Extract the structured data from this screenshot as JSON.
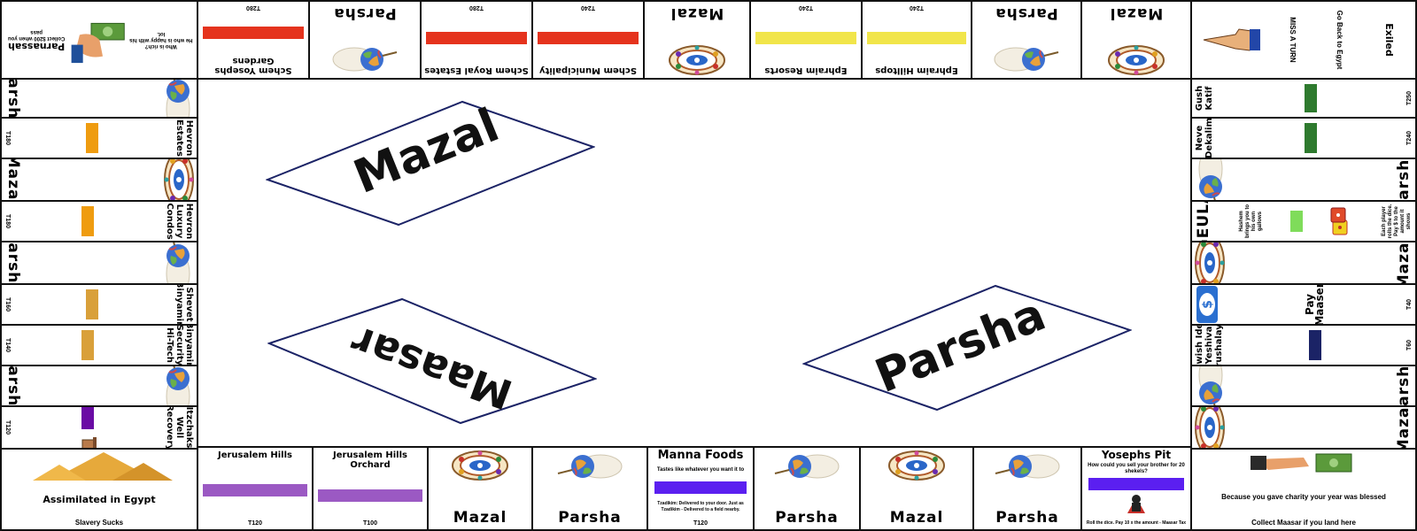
{
  "colors": {
    "red": "#e5331d",
    "yellow": "#f1e54a",
    "orange": "#ef9c10",
    "gold": "#d9a03a",
    "purple": "#6a0ba4",
    "lavender": "#9b59c3",
    "blue": "#5b1ff0",
    "green": "#2e7a2e",
    "lightgreen": "#7fdc5a",
    "navy": "#1b2366"
  },
  "center": {
    "mazal": "Mazal",
    "maasar": "Maasar",
    "parsha": "Parsha"
  },
  "corners": {
    "top_left": {
      "title": "Parnassah",
      "line1": "Collect $200 when you pass",
      "line2": "Who is rich?",
      "line3": "He who is happy with his lot."
    },
    "top_right": {
      "title": "Exiled",
      "line1": "Go Back to Egypt",
      "line2": "MISS A TURN"
    },
    "bottom_left": {
      "title": "Assimilated in Egypt",
      "line1": "Slavery Sucks"
    },
    "bottom_right": {
      "title": "Because you gave charity your year was blessed",
      "line1": "Collect Maasar if you land here"
    }
  },
  "top": [
    {
      "kind": "prop",
      "name": "Schem Yosephs Gardens",
      "price": "T280",
      "color": "red"
    },
    {
      "kind": "parsha",
      "name": "Parsha"
    },
    {
      "kind": "prop",
      "name": "Schem Royal Estates",
      "price": "T280",
      "color": "red"
    },
    {
      "kind": "prop",
      "name": "Schem Municipality",
      "price": "T240",
      "color": "red"
    },
    {
      "kind": "mazal",
      "name": "Mazal"
    },
    {
      "kind": "prop",
      "name": "Ephraim Resorts",
      "price": "T240",
      "color": "yellow"
    },
    {
      "kind": "prop",
      "name": "Ephraim Hilltops",
      "price": "T240",
      "color": "yellow"
    },
    {
      "kind": "parsha",
      "name": "Parsha"
    },
    {
      "kind": "mazal",
      "name": "Mazal"
    }
  ],
  "left": [
    {
      "kind": "parsha",
      "name": "Parsha"
    },
    {
      "kind": "prop",
      "name": "Hevron Estates",
      "price": "T180",
      "color": "orange"
    },
    {
      "kind": "mazal",
      "name": "Mazal"
    },
    {
      "kind": "prop",
      "name": "Hevron Luxury Condos",
      "price": "T180",
      "color": "orange"
    },
    {
      "kind": "parsha",
      "name": "Parsha"
    },
    {
      "kind": "prop",
      "name": "Shevet Binyamin",
      "price": "T160",
      "color": "gold"
    },
    {
      "kind": "prop",
      "name": "Binyamin Security Hi-Tech",
      "price": "T140",
      "color": "gold"
    },
    {
      "kind": "parsha",
      "name": "Parsha"
    },
    {
      "kind": "prop",
      "name": "Itzchaks Well Recovery",
      "price": "T120",
      "color": "purple",
      "icon": "well"
    }
  ],
  "right": [
    {
      "kind": "prop",
      "name": "Gush Katif",
      "price": "T250",
      "color": "green"
    },
    {
      "kind": "prop",
      "name": "Neve Dekalim",
      "price": "T240",
      "color": "green"
    },
    {
      "kind": "parsha",
      "name": "Parsha"
    },
    {
      "kind": "geula",
      "name": "GEULA",
      "sub": "Hashem brings you to his own gallows",
      "side": "Each player rolls the dice. Pay $ to the amount it shows",
      "color": "lightgreen"
    },
    {
      "kind": "mazal",
      "name": "Mazal"
    },
    {
      "kind": "pay",
      "name": "Pay Maaser",
      "price": "T40"
    },
    {
      "kind": "prop",
      "name": "Jewish Idea Yeshiva Yerushalayim",
      "price": "T60",
      "color": "navy"
    },
    {
      "kind": "parsha",
      "name": "Parsha"
    },
    {
      "kind": "mazal",
      "name": "Mazal"
    }
  ],
  "bottom": [
    {
      "kind": "prop",
      "name": "Jerusalem Hills",
      "price": "T120",
      "color": "lavender"
    },
    {
      "kind": "prop",
      "name": "Jerusalem Hills Orchard",
      "price": "T100",
      "color": "lavender"
    },
    {
      "kind": "mazal",
      "name": "Mazal"
    },
    {
      "kind": "parsha",
      "name": "Parsha"
    },
    {
      "kind": "manna",
      "name": "Manna Foods",
      "sub": "Tastes like whatever you want it to",
      "note": "Tzadikim: Delivered to your door. Just as Tzadikim - Delivered to a field nearby.",
      "price": "T120",
      "color": "blue"
    },
    {
      "kind": "parsha",
      "name": "Parsha"
    },
    {
      "kind": "mazal",
      "name": "Mazal"
    },
    {
      "kind": "parsha",
      "name": "Parsha"
    },
    {
      "kind": "pit",
      "name": "Yosephs Pit",
      "sub": "How could you sell your brother for 20 shekels?",
      "note": "Roll the dice. Pay 10 x the amount - Maasar Tax",
      "color": "blue"
    }
  ]
}
